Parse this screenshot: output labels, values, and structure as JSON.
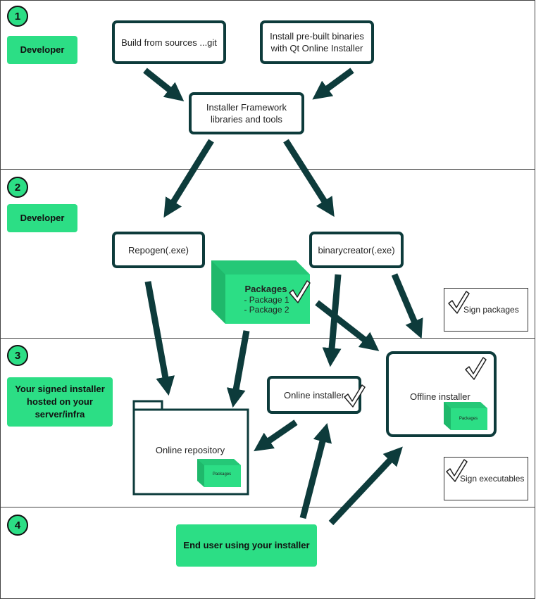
{
  "colors": {
    "green": "#2cde85",
    "dark": "#0d3b3b",
    "line": "#444444"
  },
  "lanes": [
    {
      "number": "1",
      "role": "Developer"
    },
    {
      "number": "2",
      "role": "Developer"
    },
    {
      "number": "3",
      "role": "Your signed installer hosted on your server/infra"
    },
    {
      "number": "4",
      "role": ""
    }
  ],
  "nodes": {
    "build_sources": "Build from sources ...git",
    "install_binaries": "Install pre-built binaries with Qt Online Installer",
    "framework": "Installer Framework libraries and tools",
    "repogen": "Repogen(.exe)",
    "binarycreator": "binarycreator(.exe)",
    "online_installer": "Online installer",
    "offline_installer": "Offline installer",
    "online_repository": "Online repository",
    "end_user": "End user using your installer"
  },
  "packages": {
    "title": "Packages",
    "items": [
      "- Package 1",
      "- Package 2"
    ],
    "small_label": "Packages"
  },
  "notes": {
    "sign_packages": "Sign packages",
    "sign_executables": "Sign executables"
  },
  "icons": {
    "check": "checkmark-icon",
    "arrow": "arrow-icon",
    "box": "package-cube-icon",
    "folder": "folder-icon"
  }
}
